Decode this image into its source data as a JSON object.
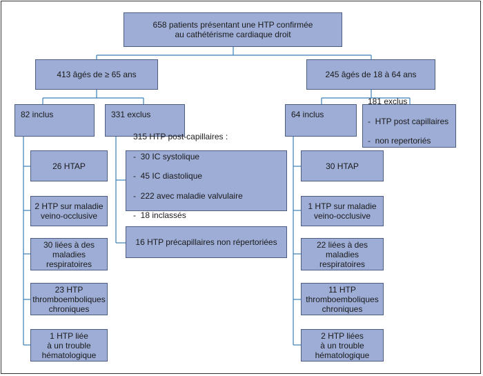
{
  "root": {
    "text": "658 patients présentant une HTP confirmée\nau cathétérisme cardiaque droit"
  },
  "branches": {
    "older": {
      "text": "413 âgés de ≥ 65 ans"
    },
    "younger": {
      "text": "245 âgés de 18 à 64 ans"
    }
  },
  "older": {
    "included": {
      "text": "82 inclus"
    },
    "excluded": {
      "text": "331 exclus"
    },
    "included_groups": [
      "26 HTAP",
      "2 HTP sur maladie\nveino-occlusive",
      "30 liées à des\nmaladies\nrespiratoires",
      "23 HTP\nthromboemboliques\nchroniques",
      "1 HTP liée\nà un trouble\nhématologique"
    ],
    "postcap": {
      "title": "315 HTP post-capillaires :",
      "items": [
        "30 IC systolique",
        "45 IC diastolique",
        "222 avec maladie valvulaire",
        "18 inclassés"
      ]
    },
    "precap": {
      "text": "16 HTP précapillaires non répertoriées"
    }
  },
  "younger": {
    "included": {
      "text": "64 inclus"
    },
    "excluded": {
      "title": "181 exclus",
      "items": [
        "HTP post capillaires",
        "non repertoriés"
      ]
    },
    "included_groups": [
      "30 HTAP",
      "1 HTP sur maladie\nveino-occlusive",
      "22 liées à des\nmaladies\nrespiratoires",
      "11 HTP\nthromboemboliques\nchroniques",
      "2 HTP liées\nà un trouble\nhématologique"
    ]
  }
}
